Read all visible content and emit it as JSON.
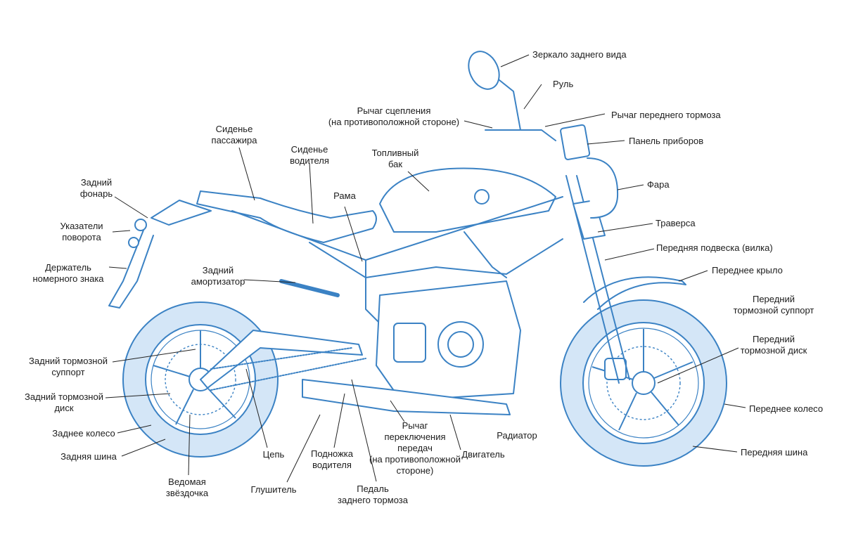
{
  "colors": {
    "outline": "#3b82c4",
    "tire_fill": "#cfe3f6",
    "leader": "#222222",
    "text": "#1c1c1c"
  },
  "labels": {
    "mirror": "Зеркало заднего вида",
    "handlebar": "Руль",
    "clutch_lever": "Рычаг сцепления\n(на противоположной стороне)",
    "front_brake_lever": "Рычаг переднего тормоза",
    "instrument_panel": "Панель приборов",
    "passenger_seat": "Сиденье\nпассажира",
    "rider_seat": "Сиденье\nводителя",
    "fuel_tank": "Топливный\nбак",
    "headlight": "Фара",
    "tail_light": "Задний\nфонарь",
    "frame": "Рама",
    "turn_signals": "Указатели\nповорота",
    "triple_clamp": "Траверса",
    "front_fork": "Передняя подвеска (вилка)",
    "plate_holder": "Держатель\nномерного знака",
    "rear_shock": "Задний\nамортизатор",
    "front_fender": "Переднее крыло",
    "front_caliper": "Передний\nтормозной суппорт",
    "front_disc": "Передний\nтормозной диск",
    "rear_caliper": "Задний тормозной\nсуппорт",
    "rear_disc": "Задний тормозной\nдиск",
    "front_wheel": "Переднее колесо",
    "rear_wheel": "Заднее колесо",
    "radiator": "Радиатор",
    "gear_lever": "Рычаг\nпереключения\nпередач\n(на противоположной\nстороне)",
    "engine": "Двигатель",
    "chain": "Цепь",
    "footpeg": "Подножка\nводителя",
    "rear_tire": "Задняя шина",
    "front_tire": "Передняя шина",
    "sprocket": "Ведомая\nзвёздочка",
    "muffler": "Глушитель",
    "rear_brake_pedal": "Педаль\nзаднего тормоза"
  }
}
